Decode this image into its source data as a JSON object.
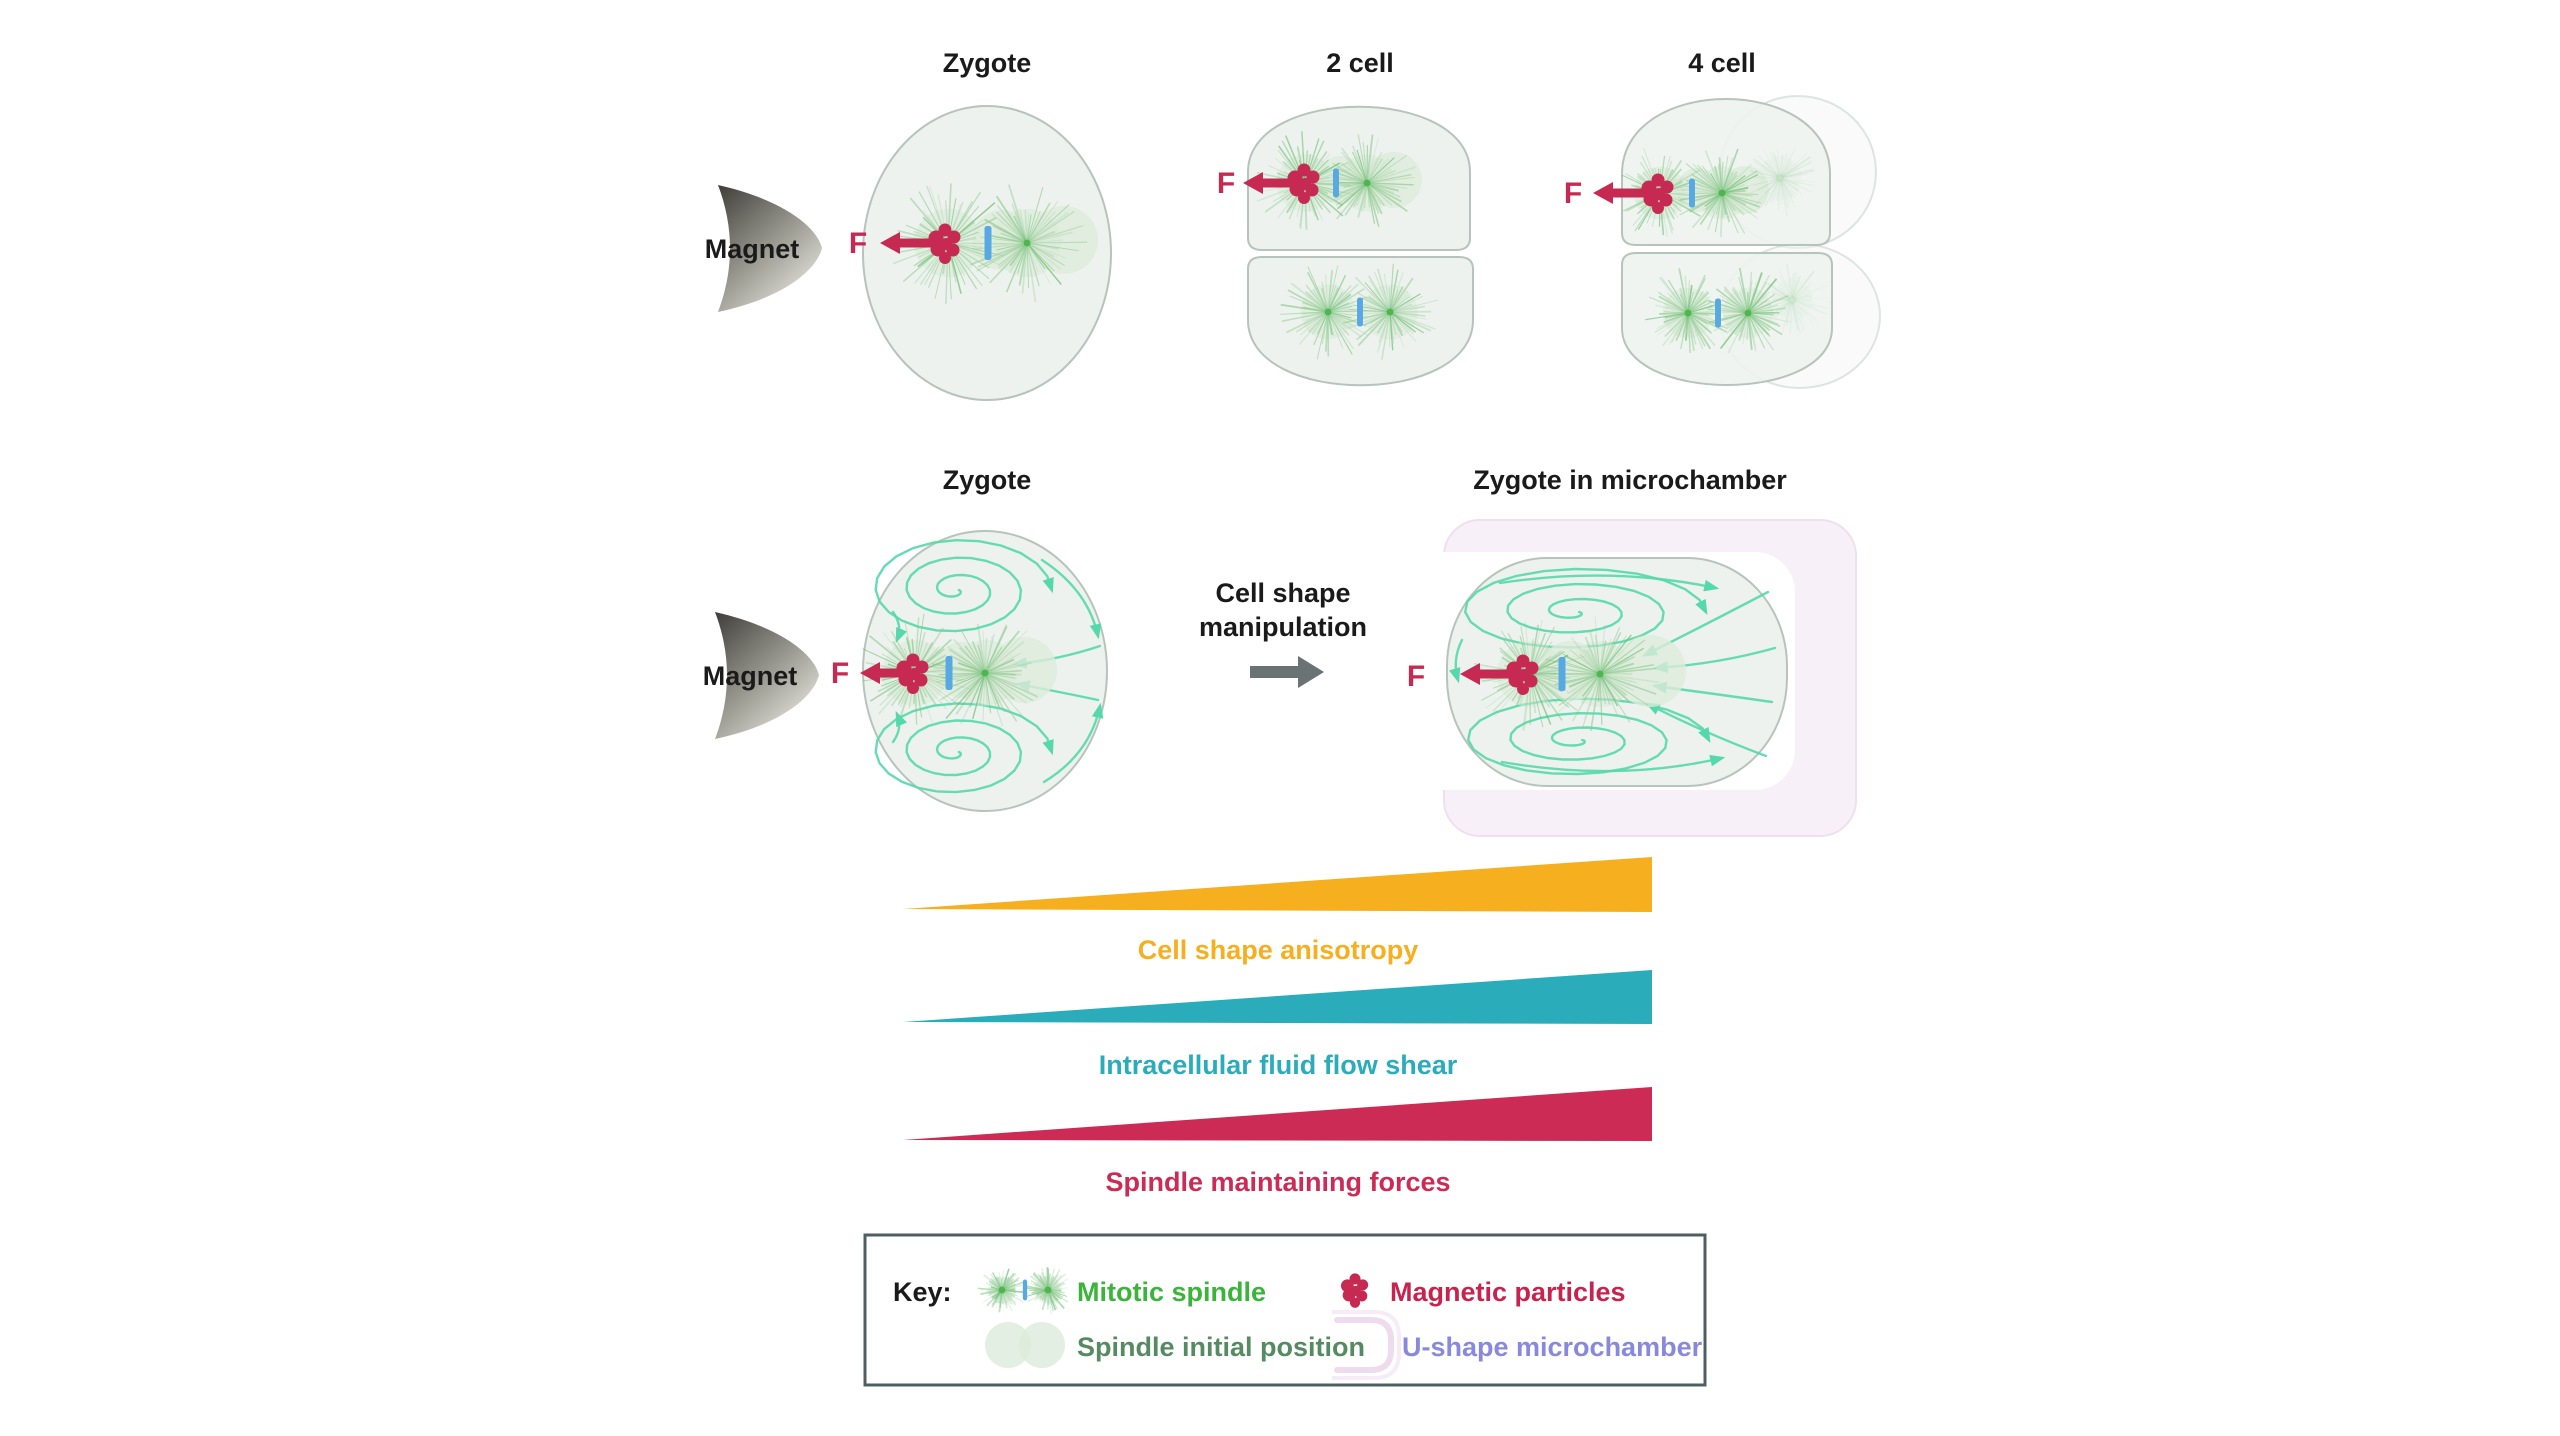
{
  "colors": {
    "crimson": "#C62A52",
    "spindle_line_green": "#8CC98E",
    "spindle_center_green": "#47B247",
    "initial_position_green": "#DCEBDB",
    "metaphase_plate_blue": "#58A8E3",
    "flow_mint": "#55D8AB",
    "cell_fill": "#EDF2EE",
    "cell_stroke": "#B7C3BD",
    "chamber_pink": "#F8F0F8",
    "chamber_outline_pink": "#EFDFF1",
    "transition_arrow_gray": "#697374",
    "key_border_gray": "#4E5F63",
    "label_black": "#1A1A1A"
  },
  "top_row": {
    "magnet_label": "Magnet",
    "force_label": "F",
    "panels": [
      {
        "label": "Zygote"
      },
      {
        "label": "2 cell"
      },
      {
        "label": "4 cell"
      }
    ]
  },
  "middle_row": {
    "magnet_label": "Magnet",
    "force_label": "F",
    "zygote_label": "Zygote",
    "microchamber_label": "Zygote in microchamber",
    "transition": {
      "line1": "Cell shape",
      "line2": "manipulation"
    }
  },
  "gradient_bars": [
    {
      "label": "Cell shape anisotropy",
      "color": "#F6AF1E",
      "trend": "increases left to right"
    },
    {
      "label": "Intracellular fluid flow shear",
      "color": "#2AACBA",
      "trend": "increases left to right"
    },
    {
      "label": "Spindle maintaining forces",
      "color": "#CC2B55",
      "trend": "increases left to right"
    }
  ],
  "key": {
    "title": "Key:",
    "items": [
      {
        "label": "Mitotic spindle",
        "color": "#3CB43C"
      },
      {
        "label": "Magnetic particles",
        "color": "#C8234E"
      },
      {
        "label": "Spindle initial position",
        "color": "#568A62"
      },
      {
        "label": "U-shape microchamber",
        "color": "#8888DD"
      }
    ]
  }
}
